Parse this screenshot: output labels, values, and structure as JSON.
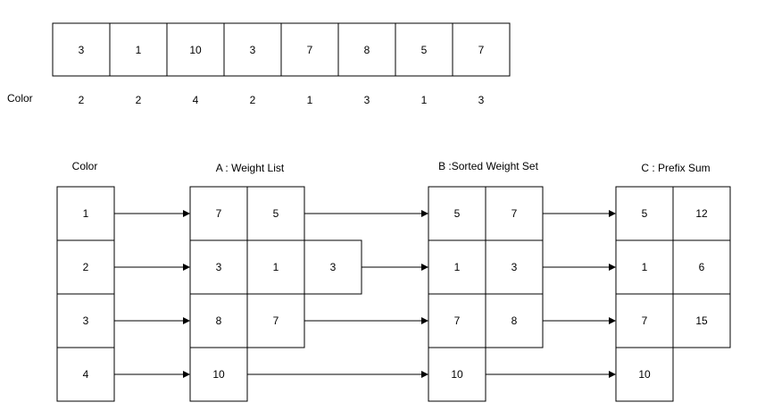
{
  "top_array": {
    "values": [
      "3",
      "1",
      "10",
      "3",
      "7",
      "8",
      "5",
      "7"
    ],
    "color_label": "Color",
    "colors": [
      "2",
      "2",
      "4",
      "2",
      "1",
      "3",
      "1",
      "3"
    ]
  },
  "color_table": {
    "title": "Color",
    "rows": [
      "1",
      "2",
      "3",
      "4"
    ]
  },
  "weight_list": {
    "title": "A : Weight List",
    "rows": [
      [
        "7",
        "5"
      ],
      [
        "3",
        "1",
        "3"
      ],
      [
        "8",
        "7"
      ],
      [
        "10"
      ]
    ]
  },
  "sorted_set": {
    "title": "B :Sorted Weight Set",
    "rows": [
      [
        "5",
        "7"
      ],
      [
        "1",
        "3"
      ],
      [
        "7",
        "8"
      ],
      [
        "10"
      ]
    ]
  },
  "prefix_sum": {
    "title": "C : Prefix Sum",
    "rows": [
      [
        "5",
        "12"
      ],
      [
        "1",
        "6"
      ],
      [
        "7",
        "15"
      ],
      [
        "10"
      ]
    ]
  },
  "colors": {
    "line": "#000000",
    "background": "#ffffff"
  }
}
